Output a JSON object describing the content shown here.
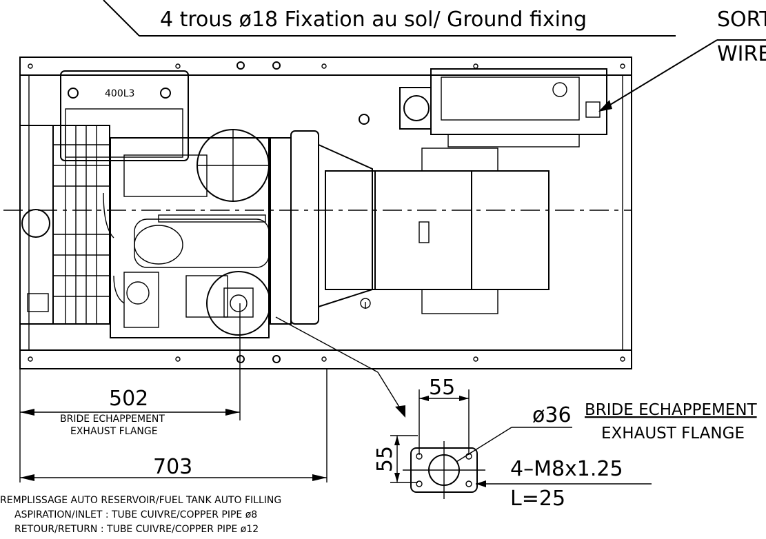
{
  "header": {
    "ground_fixing": "4 trous ø18 Fixation au sol/ Ground fixing",
    "sortie_label": "SORT",
    "wire_label": "WIRE"
  },
  "engine": {
    "plate_label": "400L3"
  },
  "dimensions": {
    "exhaust_distance": "502",
    "exhaust_label_fr": "BRIDE ECHAPPEMENT",
    "exhaust_label_en": "EXHAUST FLANGE",
    "overall_width": "703"
  },
  "flange_detail": {
    "width": "55",
    "height": "55",
    "bore": "ø36",
    "label_fr": "BRIDE ECHAPPEMENT",
    "label_en": "EXHAUST FLANGE",
    "bolts": "4–M8x1.25",
    "length": "L=25"
  },
  "fuel_notes": {
    "line1": "REMPLISSAGE AUTO RESERVOIR/FUEL TANK AUTO FILLING",
    "line2": "ASPIRATION/INLET : TUBE CUIVRE/COPPER PIPE ø8",
    "line3": "RETOUR/RETURN : TUBE CUIVRE/COPPER PIPE ø12"
  }
}
